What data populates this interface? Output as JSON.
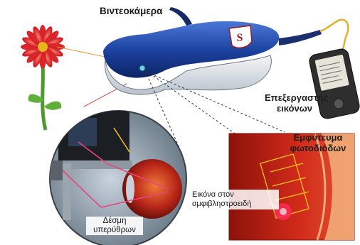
{
  "labels": {
    "camera": "Βιντεοκάμερα",
    "processor_line1": "Επεξεργαστής",
    "processor_line2": "εικόνων",
    "implant_line1": "Εμφύτευμα",
    "implant_line2": "φωτοδιόδων",
    "retina_image_line1": "Εικόνα στον",
    "retina_image_line2": "αμφιβληστροειδή",
    "infrared_beam_line1": "Δέσμη",
    "infrared_beam_line2": "υπερύθρων"
  },
  "logo_letter": "S",
  "colors": {
    "flower_petals": "#d8262b",
    "stem": "#4e9a2e",
    "goggles_blue": "#1a3f9c",
    "lens": "#d5dbe3",
    "processor_body": "#3a3a3a",
    "cable_yellow": "#e2b12a",
    "infrared_beam": "#e8457a",
    "eye_red": "#b82618",
    "retina_panel_red": "#c52216"
  }
}
